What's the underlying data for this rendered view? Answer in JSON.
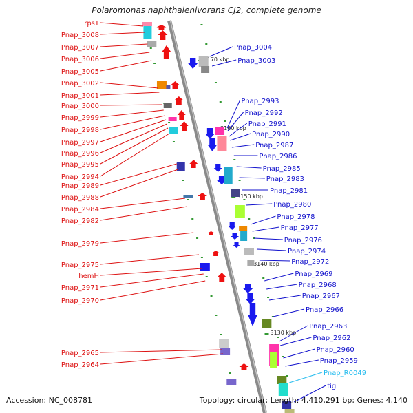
{
  "title": "Polaromonas naphthalenivorans CJ2, complete genome",
  "footer": {
    "accession_label": "Accession: ",
    "accession": "NC_008781",
    "summary": "Topology: circular; Length: 4,410,291 bp; Genes: 4,140"
  },
  "colors": {
    "left_label": "#dd1111",
    "right_label": "#1111cc",
    "rna_label": "#22bbee",
    "tick_mark": "#339933",
    "backbone": "#999999"
  },
  "ticks": [
    "3170 kbp",
    "3160 kbp",
    "3150 kbp",
    "3140 kbp",
    "3130 kbp"
  ],
  "left_genes": [
    "rpsT",
    "Pnap_3008",
    "Pnap_3007",
    "Pnap_3006",
    "Pnap_3005",
    "Pnap_3002",
    "Pnap_3001",
    "Pnap_3000",
    "Pnap_2999",
    "Pnap_2998",
    "Pnap_2997",
    "Pnap_2996",
    "Pnap_2995",
    "Pnap_2994",
    "Pnap_2989",
    "Pnap_2988",
    "Pnap_2984",
    "Pnap_2982",
    "Pnap_2979",
    "Pnap_2975",
    "hemH",
    "Pnap_2971",
    "Pnap_2970",
    "Pnap_2965",
    "Pnap_2964"
  ],
  "right_genes": [
    "Pnap_3004",
    "Pnap_3003",
    "Pnap_2993",
    "Pnap_2992",
    "Pnap_2991",
    "Pnap_2990",
    "Pnap_2987",
    "Pnap_2986",
    "Pnap_2985",
    "Pnap_2983",
    "Pnap_2981",
    "Pnap_2980",
    "Pnap_2978",
    "Pnap_2977",
    "Pnap_2976",
    "Pnap_2974",
    "Pnap_2972",
    "Pnap_2969",
    "Pnap_2968",
    "Pnap_2967",
    "Pnap_2966",
    "Pnap_2963",
    "Pnap_2962",
    "Pnap_2960",
    "Pnap_2959",
    "Pnap_R0049",
    "tig"
  ],
  "rna_genes": [
    "Pnap_R0049"
  ]
}
